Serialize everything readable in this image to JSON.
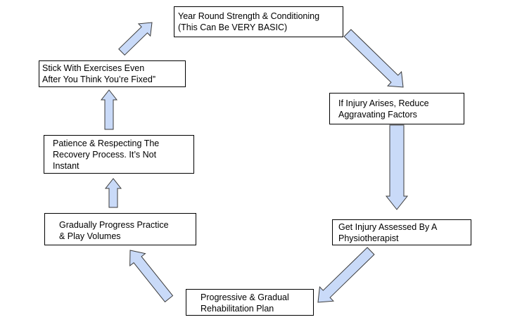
{
  "diagram": {
    "steps": [
      {
        "id": "strength",
        "lines": [
          "Year Round Strength & Conditioning",
          "(This Can Be VERY BASIC)"
        ]
      },
      {
        "id": "reduce",
        "lines": [
          "If Injury Arises, Reduce",
          "Aggravating Factors"
        ]
      },
      {
        "id": "assessed",
        "lines": [
          "Get Injury Assessed By A",
          "Physiotherapist"
        ]
      },
      {
        "id": "rehab",
        "lines": [
          "Progressive & Gradual",
          "Rehabilitation Plan"
        ]
      },
      {
        "id": "progress",
        "lines": [
          "Gradually Progress Practice",
          "& Play Volumes"
        ]
      },
      {
        "id": "patience",
        "lines": [
          "Patience & Respecting The",
          "Recovery Process. It’s Not",
          "Instant"
        ]
      },
      {
        "id": "stick",
        "lines": [
          "Stick With Exercises Even",
          "After You Think You’re Fixed”"
        ]
      }
    ],
    "arrow_fill": "#c9daf8",
    "arrow_stroke": "#3a3a3a",
    "box_border": "#000000"
  }
}
